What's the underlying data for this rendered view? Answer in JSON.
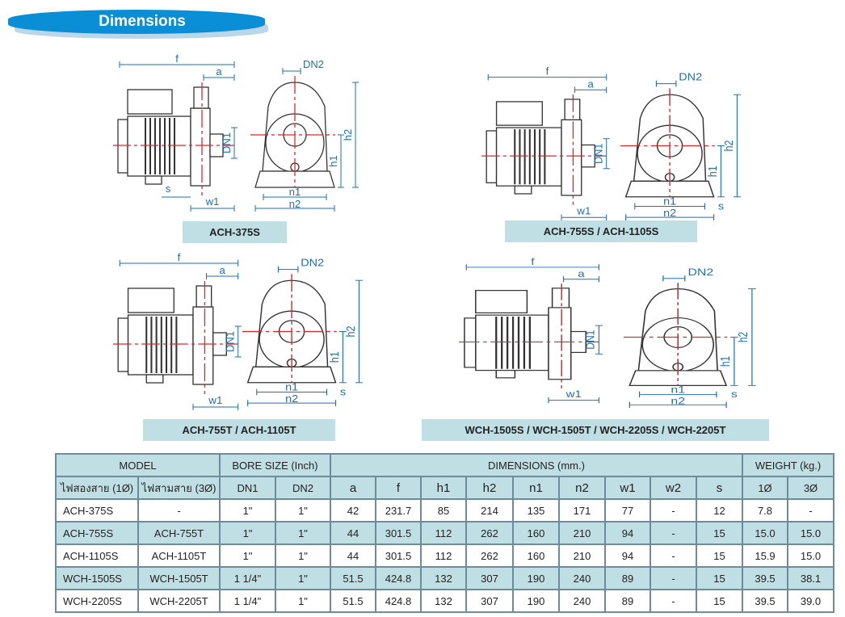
{
  "header": {
    "title": "Dimensions"
  },
  "diagrams": [
    {
      "caption": "ACH-375S",
      "side_labels": {
        "f": "f",
        "a": "a",
        "dn1": "DN1",
        "s": "s",
        "w1": "w1"
      },
      "front_labels": {
        "dn2": "DN2",
        "h1": "h1",
        "h2": "h2",
        "n1": "n1",
        "n2": "n2"
      }
    },
    {
      "caption": "ACH-755S / ACH-1105S",
      "side_labels": {
        "f": "f",
        "a": "a",
        "dn1": "DN1",
        "w1": "w1"
      },
      "front_labels": {
        "dn2": "DN2",
        "h1": "h1",
        "h2": "h2",
        "n1": "n1",
        "n2": "n2",
        "s": "s"
      }
    },
    {
      "caption": "ACH-755T / ACH-1105T",
      "side_labels": {
        "f": "f",
        "a": "a",
        "dn1": "DN1",
        "w1": "w1"
      },
      "front_labels": {
        "dn2": "DN2",
        "h1": "h1",
        "h2": "h2",
        "n1": "n1",
        "n2": "n2",
        "s": "s"
      }
    },
    {
      "caption": "WCH-1505S / WCH-1505T / WCH-2205S / WCH-2205T",
      "side_labels": {
        "f": "f",
        "a": "a",
        "dn1": "DN1",
        "w1": "w1"
      },
      "front_labels": {
        "dn2": "DN2",
        "h1": "h1",
        "h2": "h2",
        "n1": "n1",
        "n2": "n2",
        "s": "s"
      }
    }
  ],
  "table": {
    "group_headers": {
      "model": "MODEL",
      "bore": "BORE SIZE (Inch)",
      "dimensions": "DIMENSIONS (mm.)",
      "weight": "WEIGHT (kg.)"
    },
    "columns": [
      "ไฟสองสาย (1Ø)",
      "ไฟสามสาย (3Ø)",
      "DN1",
      "DN2",
      "a",
      "f",
      "h1",
      "h2",
      "n1",
      "n2",
      "w1",
      "w2",
      "s",
      "1Ø",
      "3Ø"
    ],
    "rows": [
      [
        "ACH-375S",
        "-",
        "1\"",
        "1\"",
        "42",
        "231.7",
        "85",
        "214",
        "135",
        "171",
        "77",
        "-",
        "12",
        "7.8",
        "-"
      ],
      [
        "ACH-755S",
        "ACH-755T",
        "1\"",
        "1\"",
        "44",
        "301.5",
        "112",
        "262",
        "160",
        "210",
        "94",
        "-",
        "15",
        "15.0",
        "15.0"
      ],
      [
        "ACH-1105S",
        "ACH-1105T",
        "1\"",
        "1\"",
        "44",
        "301.5",
        "112",
        "262",
        "160",
        "210",
        "94",
        "-",
        "15",
        "15.9",
        "15.0"
      ],
      [
        "WCH-1505S",
        "WCH-1505T",
        "1 1/4\"",
        "1\"",
        "51.5",
        "424.8",
        "132",
        "307",
        "190",
        "240",
        "89",
        "-",
        "15",
        "39.5",
        "38.1"
      ],
      [
        "WCH-2205S",
        "WCH-2205T",
        "1 1/4\"",
        "1\"",
        "51.5",
        "424.8",
        "132",
        "307",
        "190",
        "240",
        "89",
        "-",
        "15",
        "39.5",
        "39.0"
      ]
    ]
  }
}
